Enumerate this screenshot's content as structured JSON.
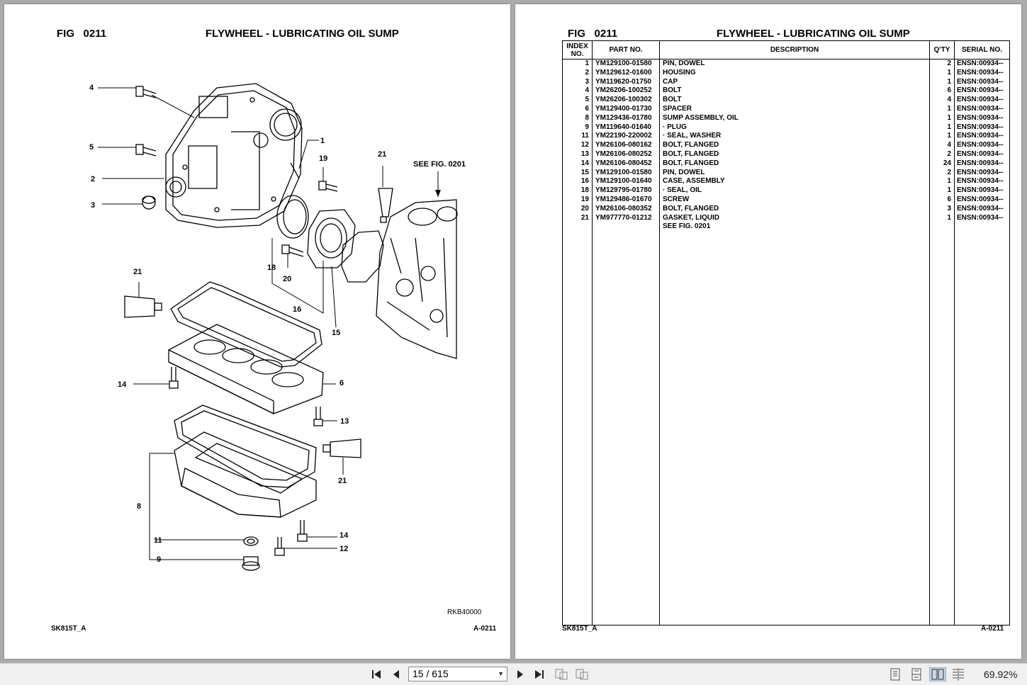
{
  "figure": {
    "fig_label": "FIG",
    "fig_number": "0211",
    "title": "FLYWHEEL - LUBRICATING OIL SUMP",
    "drawing_code": "RKB40000",
    "see_fig": "SEE FIG. 0201",
    "footer_left": "SK815T_A",
    "footer_right": "A-0211",
    "callouts": [
      "4",
      "5",
      "2",
      "3",
      "1",
      "19",
      "21",
      "18",
      "20",
      "16",
      "15",
      "21",
      "14",
      "6",
      "13",
      "21",
      "8",
      "11",
      "9",
      "14",
      "12"
    ]
  },
  "table": {
    "headers": {
      "index": "INDEX NO.",
      "part": "PART NO.",
      "description": "DESCRIPTION",
      "qty": "Q'TY",
      "serial": "SERIAL NO."
    },
    "rows": [
      {
        "index": "1",
        "part": "YM129100-01580",
        "description": "PIN, DOWEL",
        "qty": "2",
        "serial": "ENSN:00934--"
      },
      {
        "index": "2",
        "part": "YM129612-01600",
        "description": "HOUSING",
        "qty": "1",
        "serial": "ENSN:00934--"
      },
      {
        "index": "3",
        "part": "YM119620-01750",
        "description": "CAP",
        "qty": "1",
        "serial": "ENSN:00934--"
      },
      {
        "index": "4",
        "part": "YM26206-100252",
        "description": "BOLT",
        "qty": "6",
        "serial": "ENSN:00934--"
      },
      {
        "index": "5",
        "part": "YM26206-100302",
        "description": "BOLT",
        "qty": "4",
        "serial": "ENSN:00934--"
      },
      {
        "index": "6",
        "part": "YM129400-01730",
        "description": "SPACER",
        "qty": "1",
        "serial": "ENSN:00934--"
      },
      {
        "index": "8",
        "part": "YM129436-01780",
        "description": "SUMP ASSEMBLY, OIL",
        "qty": "1",
        "serial": "ENSN:00934--"
      },
      {
        "index": "9",
        "part": "YM119640-01640",
        "description": "·  PLUG",
        "qty": "1",
        "serial": "ENSN:00934--"
      },
      {
        "index": "11",
        "part": "YM22190-220002",
        "description": "·  SEAL, WASHER",
        "qty": "1",
        "serial": "ENSN:00934--"
      },
      {
        "index": "12",
        "part": "YM26106-080162",
        "description": "BOLT, FLANGED",
        "qty": "4",
        "serial": "ENSN:00934--"
      },
      {
        "index": "13",
        "part": "YM26106-080252",
        "description": "BOLT, FLANGED",
        "qty": "2",
        "serial": "ENSN:00934--"
      },
      {
        "index": "14",
        "part": "YM26106-080452",
        "description": "BOLT, FLANGED",
        "qty": "24",
        "serial": "ENSN:00934--"
      },
      {
        "index": "15",
        "part": "YM129100-01580",
        "description": "PIN, DOWEL",
        "qty": "2",
        "serial": "ENSN:00934--"
      },
      {
        "index": "16",
        "part": "YM129100-01640",
        "description": "CASE, ASSEMBLY",
        "qty": "1",
        "serial": "ENSN:00934--"
      },
      {
        "index": "18",
        "part": "YM129795-01780",
        "description": "·  SEAL, OIL",
        "qty": "1",
        "serial": "ENSN:00934--"
      },
      {
        "index": "19",
        "part": "YM129486-01670",
        "description": "SCREW",
        "qty": "6",
        "serial": "ENSN:00934--"
      },
      {
        "index": "20",
        "part": "YM26106-080352",
        "description": "BOLT, FLANGED",
        "qty": "3",
        "serial": "ENSN:00934--"
      },
      {
        "index": "21",
        "part": "YM977770-01212",
        "description": "GASKET, LIQUID",
        "qty": "1",
        "serial": "ENSN:00934--"
      },
      {
        "index": "",
        "part": "",
        "description": "SEE FIG. 0201",
        "qty": "",
        "serial": ""
      }
    ]
  },
  "viewer": {
    "page_indicator": "15 / 615",
    "zoom": "69.92%",
    "icons": [
      "first-page-icon",
      "prev-page-icon",
      "next-page-icon",
      "last-page-icon",
      "rotate-left-icon",
      "rotate-right-icon",
      "single-page-icon",
      "continuous-icon",
      "two-page-icon",
      "two-page-continuous-icon"
    ]
  }
}
